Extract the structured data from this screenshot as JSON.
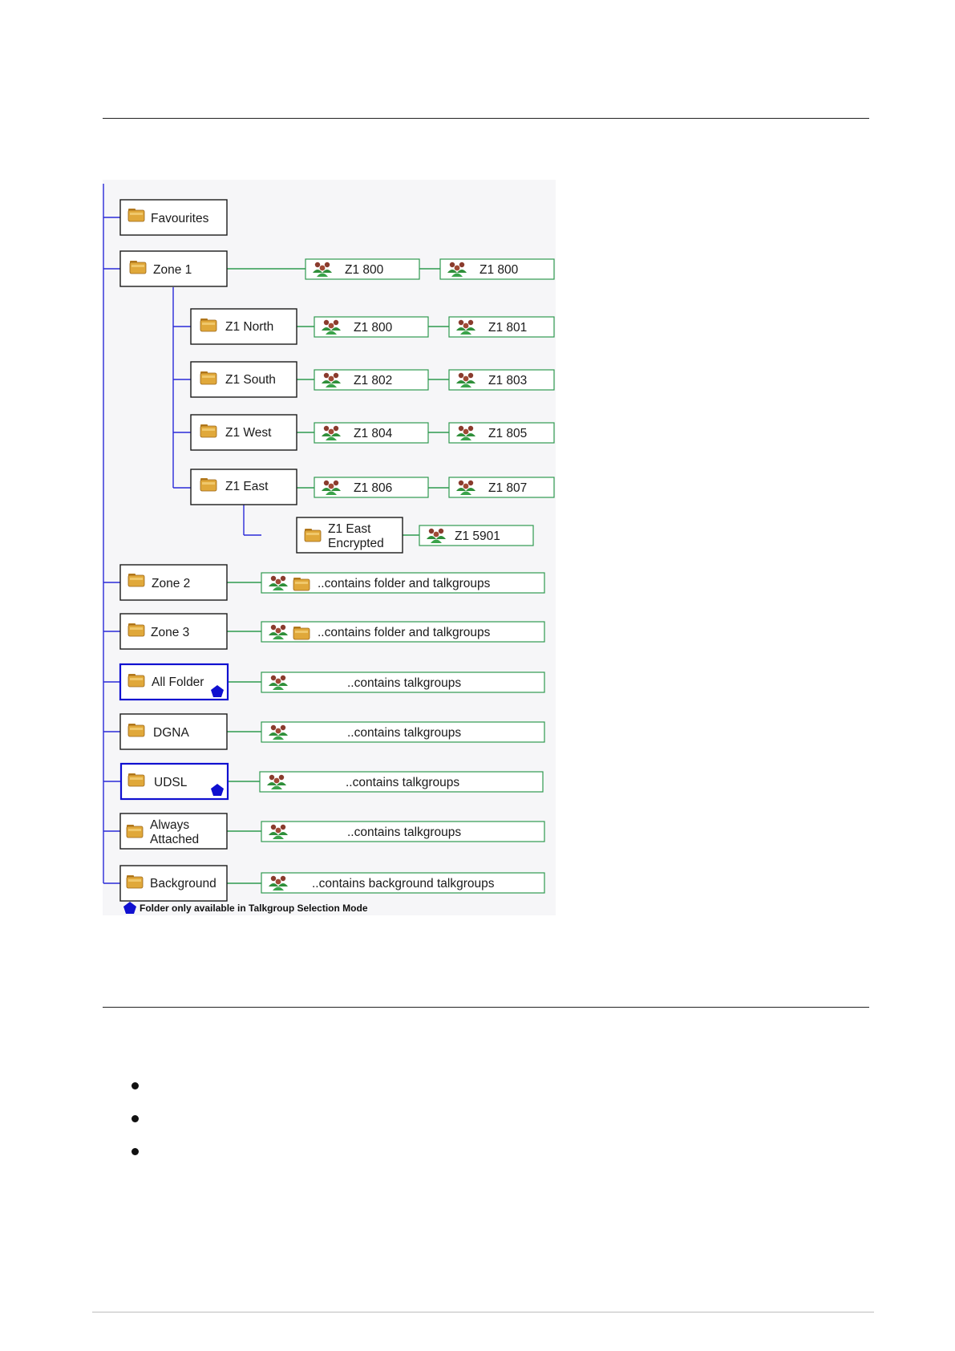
{
  "diagram": {
    "folders": [
      {
        "id": "favourites",
        "label": "Favourites"
      },
      {
        "id": "zone-1",
        "label": "Zone 1"
      },
      {
        "id": "z1-north",
        "label": "Z1 North"
      },
      {
        "id": "z1-south",
        "label": "Z1 South"
      },
      {
        "id": "z1-west",
        "label": "Z1 West"
      },
      {
        "id": "z1-east",
        "label": "Z1 East"
      },
      {
        "id": "z1-east-encrypted",
        "label_lines": [
          "Z1 East",
          "Encrypted"
        ]
      },
      {
        "id": "zone-2",
        "label": "Zone 2"
      },
      {
        "id": "zone-3",
        "label": "Zone 3"
      },
      {
        "id": "all-folder",
        "label": "All Folder",
        "selection_mode_only": true
      },
      {
        "id": "dgna",
        "label": "DGNA"
      },
      {
        "id": "udsl",
        "label": "UDSL",
        "selection_mode_only": true
      },
      {
        "id": "always-attached",
        "label_lines": [
          "Always",
          "Attached"
        ]
      },
      {
        "id": "background",
        "label": "Background"
      }
    ],
    "talkgroups": {
      "zone_1": [
        "Z1 800",
        "Z1 800"
      ],
      "z1_north": [
        "Z1 800",
        "Z1 801"
      ],
      "z1_south": [
        "Z1 802",
        "Z1 803"
      ],
      "z1_west": [
        "Z1 804",
        "Z1 805"
      ],
      "z1_east": [
        "Z1 806",
        "Z1 807"
      ],
      "z1_east_encrypted": [
        "Z1 5901"
      ]
    },
    "contents": {
      "zone_2": "..contains folder and talkgroups",
      "zone_3": "..contains folder and talkgroups",
      "all_folder": "..contains talkgroups",
      "dgna": "..contains talkgroups",
      "udsl": "..contains talkgroups",
      "always_attached": "..contains talkgroups",
      "background": "..contains background talkgroups"
    },
    "legend": "Folder only available in Talkgroup Selection Mode",
    "colors": {
      "tree_line": "#2a2ad8",
      "talkgroup_line": "#2f9a4f",
      "folder_icon": "#e0a83a",
      "selection_marker": "#1010d0"
    }
  },
  "bullets_count": 3
}
